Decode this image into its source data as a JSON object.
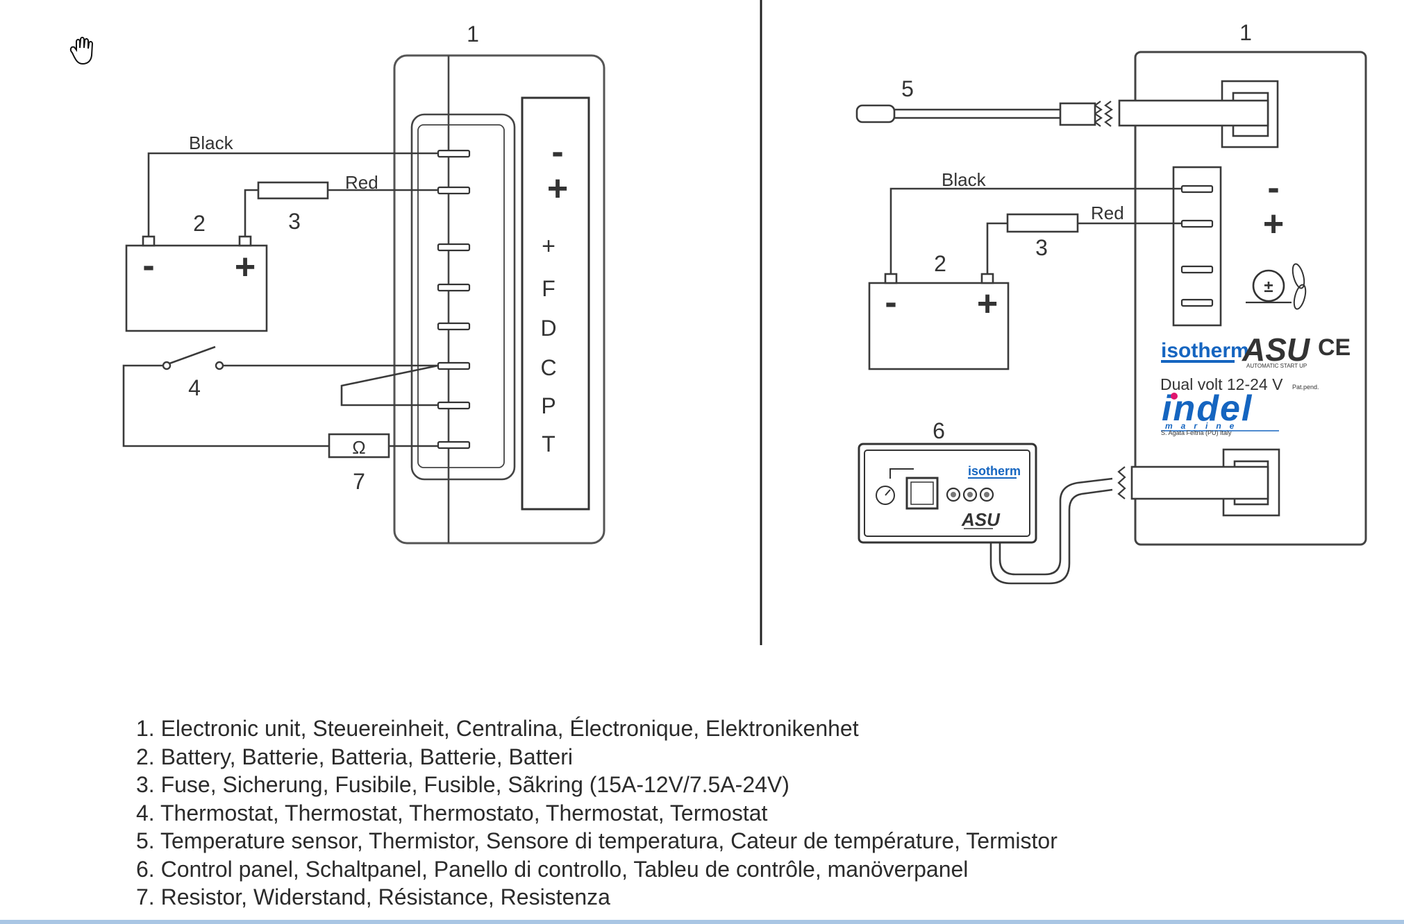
{
  "diagram": {
    "left": {
      "unit_number": "1",
      "battery_number": "2",
      "fuse_number": "3",
      "thermostat_number": "4",
      "resistor_number": "7",
      "black_label": "Black",
      "red_label": "Red",
      "battery_minus": "-",
      "battery_plus": "+",
      "resistor_symbol": "Ω",
      "terminal_labels": [
        "-",
        "+",
        "+",
        "F",
        "D",
        "C",
        "P",
        "T"
      ]
    },
    "right": {
      "unit_number": "1",
      "sensor_number": "5",
      "battery_number": "2",
      "fuse_number": "3",
      "panel_number": "6",
      "black_label": "Black",
      "red_label": "Red",
      "battery_minus": "-",
      "battery_plus": "+",
      "terminal_minus": "-",
      "terminal_plus": "+",
      "brand": "isotherm",
      "model": "ASU",
      "ce_mark": "CE",
      "model_subtitle": "AUTOMATIC START UP",
      "voltage": "Dual volt 12-24 V",
      "patent": "Pat.pend.",
      "maker": "indel",
      "maker_sub": "marine",
      "maker_address": "S. Agata Feltria (PU) Italy",
      "panel_brand": "isotherm",
      "panel_model": "ASU"
    }
  },
  "legend": [
    "1. Electronic unit, Steuereinheit, Centralina, Électronique, Elektronikenhet",
    "2. Battery, Batterie, Batteria, Batterie, Batteri",
    "3. Fuse, Sicherung, Fusibile, Fusible, Sãkring  (15A-12V/7.5A-24V)",
    "4. Thermostat, Thermostat, Thermostato, Thermostat, Termostat",
    "5. Temperature sensor, Thermistor, Sensore di temperatura, Cateur de température, Termistor",
    "6. Control panel, Schaltpanel, Panello di controllo, Tableu de contrôle, manöverpanel",
    "7. Resistor, Widerstand, Résistance, Resistenza"
  ],
  "colors": {
    "brand_blue": "#1565c0",
    "maker_pink": "#e0156e",
    "line": "#3a3a3a",
    "bottom_rule": "#a9c6e4"
  },
  "icons": {
    "cursor": "hand-cursor-icon",
    "fan": "fan-icon",
    "knob": "knob-icon",
    "switch": "switch-icon"
  }
}
